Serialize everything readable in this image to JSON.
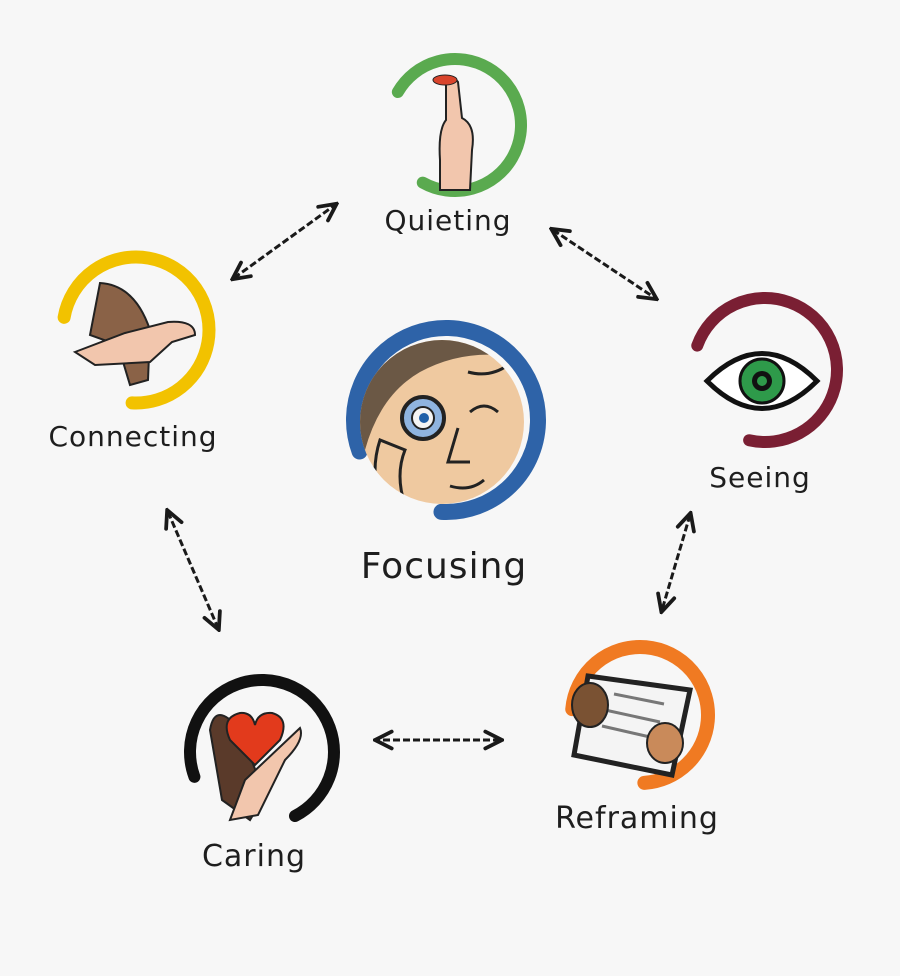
{
  "diagram": {
    "center": {
      "label": "Focusing",
      "ring_color": "#2e63a8",
      "icon": "monocle-face-icon"
    },
    "nodes": [
      {
        "id": "quieting",
        "label": "Quieting",
        "ring_color": "#5aaa4f",
        "icon": "shush-finger-icon"
      },
      {
        "id": "seeing",
        "label": "Seeing",
        "ring_color": "#7a1f33",
        "icon": "eye-icon"
      },
      {
        "id": "reframing",
        "label": "Reframing",
        "ring_color": "#f07a22",
        "icon": "picture-frame-icon"
      },
      {
        "id": "caring",
        "label": "Caring",
        "ring_color": "#111111",
        "icon": "heart-hands-icon"
      },
      {
        "id": "connecting",
        "label": "Connecting",
        "ring_color": "#f2c200",
        "icon": "clasped-hands-icon"
      }
    ],
    "links": [
      {
        "from": "connecting",
        "to": "quieting",
        "style": "double-arrow"
      },
      {
        "from": "quieting",
        "to": "seeing",
        "style": "double-arrow"
      },
      {
        "from": "seeing",
        "to": "reframing",
        "style": "double-arrow"
      },
      {
        "from": "reframing",
        "to": "caring",
        "style": "double-arrow"
      },
      {
        "from": "caring",
        "to": "connecting",
        "style": "double-arrow"
      }
    ]
  }
}
